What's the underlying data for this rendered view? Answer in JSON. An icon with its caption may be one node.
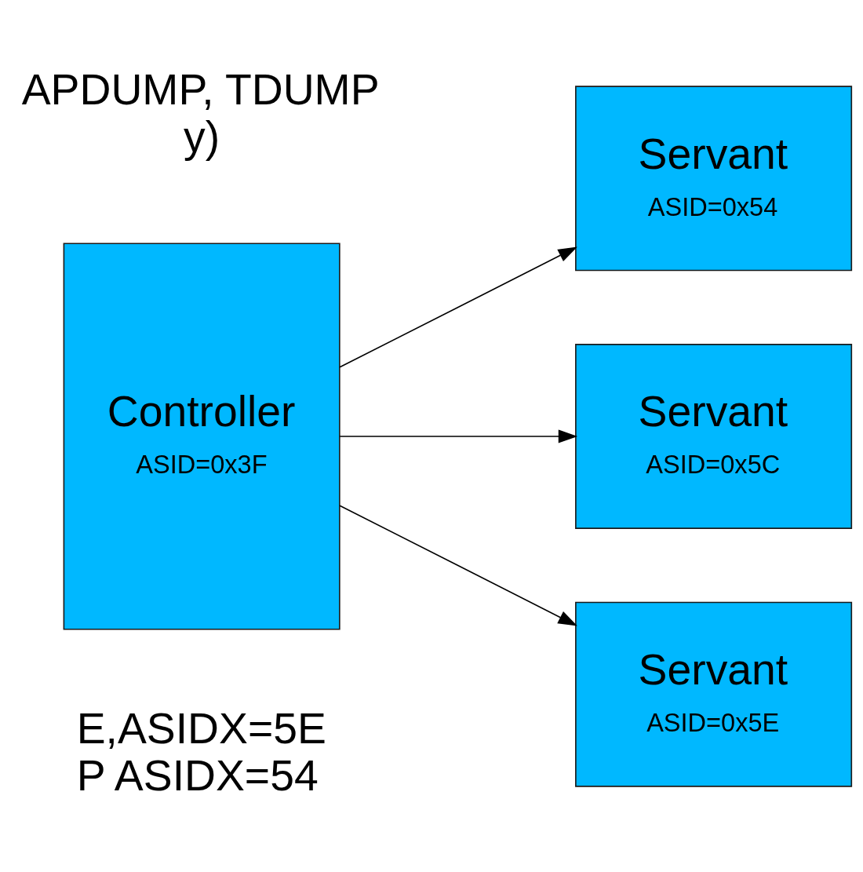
{
  "diagram": {
    "nodes": [
      {
        "text": [
          "Controller",
          "ASID=0x3F"
        ]
      },
      {
        "text": [
          "Servant",
          "ASID=0x54"
        ]
      },
      {
        "text": [
          "Servant",
          "ASID=0x5C"
        ]
      },
      {
        "text": [
          "Servant",
          "ASID=0x5E"
        ]
      }
    ],
    "edges": [
      {
        "from": 0,
        "to": 1,
        "arrow": "to"
      },
      {
        "from": 0,
        "to": 2,
        "arrow": "to"
      },
      {
        "from": 0,
        "to": 3,
        "arrow": "to"
      }
    ],
    "labels": [
      "APDUMP, TDUMP",
      "y)",
      "E,ASIDX=5E",
      "P ASIDX=54"
    ]
  }
}
